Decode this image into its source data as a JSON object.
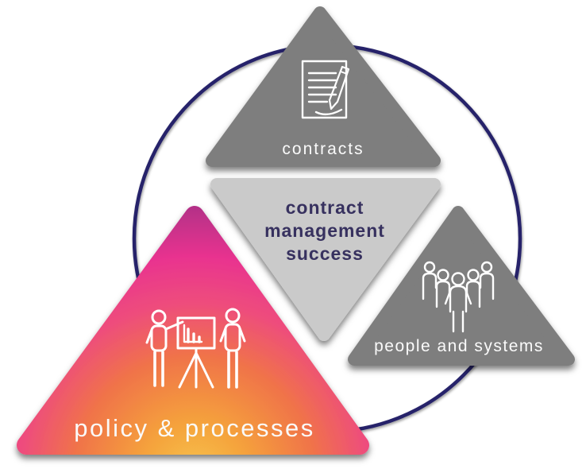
{
  "diagram_title": "contract management success",
  "background_color": "#ffffff",
  "circle": {
    "color": "#26246a"
  },
  "center_triangle": {
    "label": "contract management success",
    "lines": [
      "contract",
      "management",
      "success"
    ],
    "fill": "#cacaca",
    "text_color": "#37315f"
  },
  "triangles": {
    "contracts": {
      "label": "contracts",
      "fill": "#7e7e7e",
      "text_color": "#ffffff",
      "icon": "document-pen-icon"
    },
    "people": {
      "label": "people and systems",
      "fill": "#7e7e7e",
      "text_color": "#ffffff",
      "icon": "people-group-icon"
    },
    "policy": {
      "label": "policy & processes",
      "text_color": "#ffffff",
      "icon": "presentation-icon",
      "gradient": [
        "#f6c44e",
        "#f5a33c",
        "#f07448",
        "#ee4d7c",
        "#e9338f",
        "#b02f87",
        "#4b2a64"
      ]
    }
  }
}
